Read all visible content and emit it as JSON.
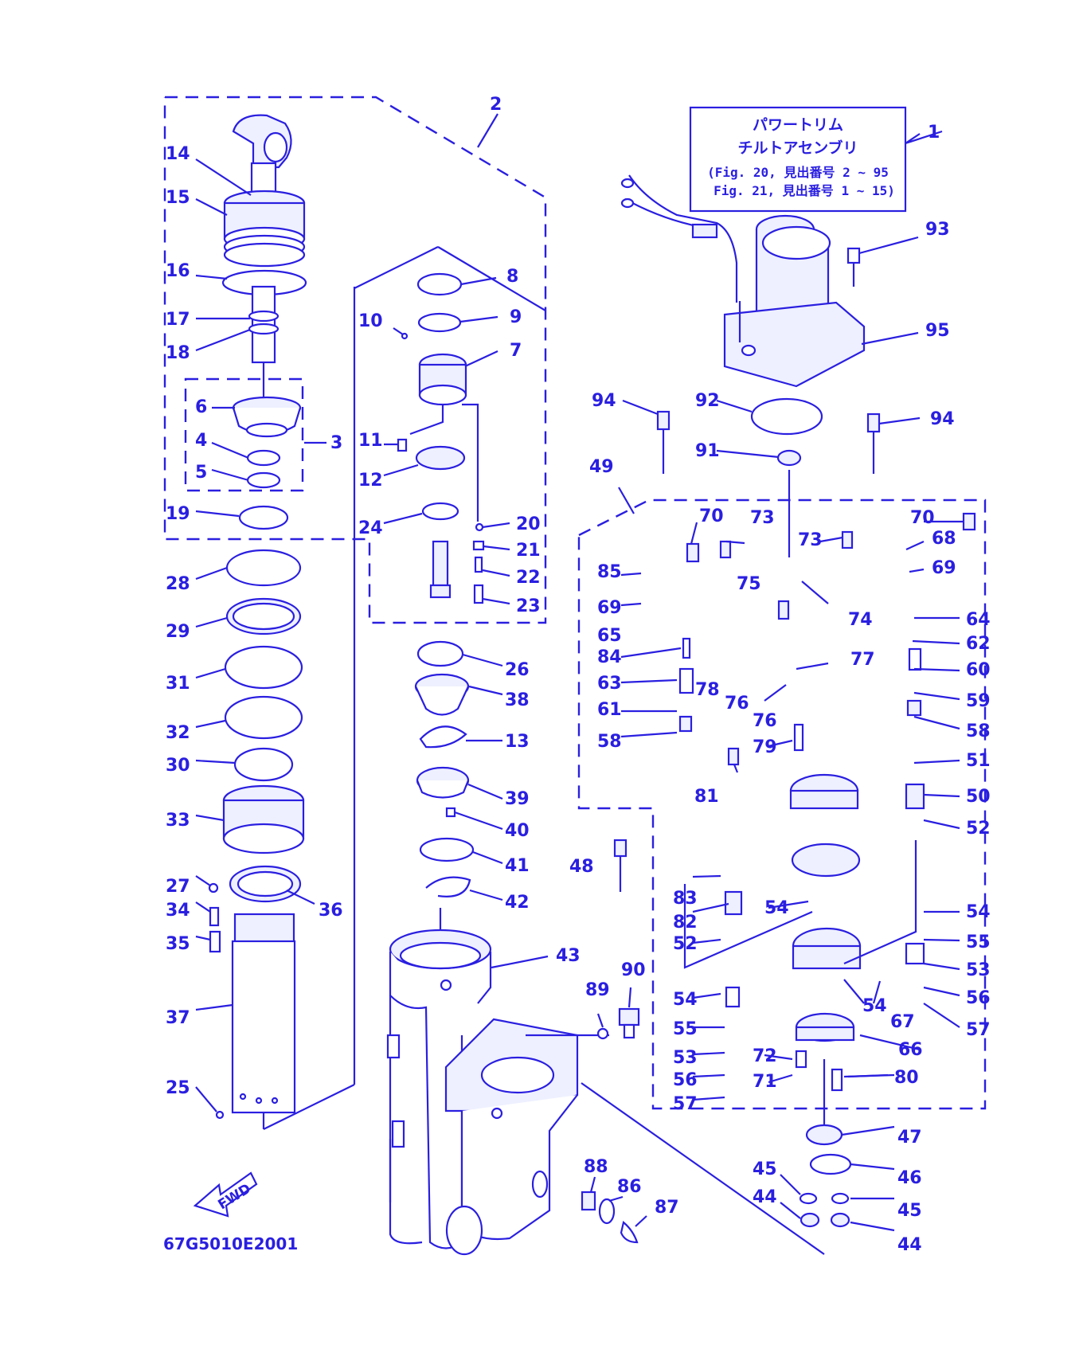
{
  "title_box": {
    "line1": "パワートリム",
    "line2": "チルトアセンブリ",
    "line3": "(Fig. 20, 見出番号 2 ~ 95",
    "line4": "Fig. 21, 見出番号 1 ~ 15)"
  },
  "drawing_code": "67G5010E2001",
  "fwd_label": "FWD",
  "ink_color": "#2a1fe0",
  "labels": {
    "n1": "1",
    "n2": "2",
    "n3": "3",
    "n4": "4",
    "n5": "5",
    "n6": "6",
    "n7": "7",
    "n8": "8",
    "n9": "9",
    "n10": "10",
    "n11": "11",
    "n12": "12",
    "n13": "13",
    "n14": "14",
    "n15": "15",
    "n16": "16",
    "n17": "17",
    "n18": "18",
    "n19": "19",
    "n20": "20",
    "n21": "21",
    "n22": "22",
    "n23": "23",
    "n24": "24",
    "n25": "25",
    "n26": "26",
    "n27": "27",
    "n28": "28",
    "n29": "29",
    "n30": "30",
    "n31": "31",
    "n32": "32",
    "n33": "33",
    "n34": "34",
    "n35": "35",
    "n36": "36",
    "n37": "37",
    "n38": "38",
    "n39": "39",
    "n40": "40",
    "n41": "41",
    "n42": "42",
    "n43": "43",
    "n44": "44",
    "n45": "45",
    "n46": "46",
    "n47": "47",
    "n48": "48",
    "n49": "49",
    "n50": "50",
    "n51": "51",
    "n52": "52",
    "n53": "53",
    "n54": "54",
    "n55": "55",
    "n56": "56",
    "n57": "57",
    "n58": "58",
    "n59": "59",
    "n60": "60",
    "n61": "61",
    "n62": "62",
    "n63": "63",
    "n64": "64",
    "n65": "65",
    "n66": "66",
    "n67": "67",
    "n68": "68",
    "n69": "69",
    "n70": "70",
    "n71": "71",
    "n72": "72",
    "n73": "73",
    "n74": "74",
    "n75": "75",
    "n76": "76",
    "n77": "77",
    "n78": "78",
    "n79": "79",
    "n80": "80",
    "n81": "81",
    "n82": "82",
    "n83": "83",
    "n84": "84",
    "n85": "85",
    "n86": "86",
    "n87": "87",
    "n88": "88",
    "n89": "89",
    "n90": "90",
    "n91": "91",
    "n92": "92",
    "n93": "93",
    "n94": "94",
    "n95": "95"
  }
}
